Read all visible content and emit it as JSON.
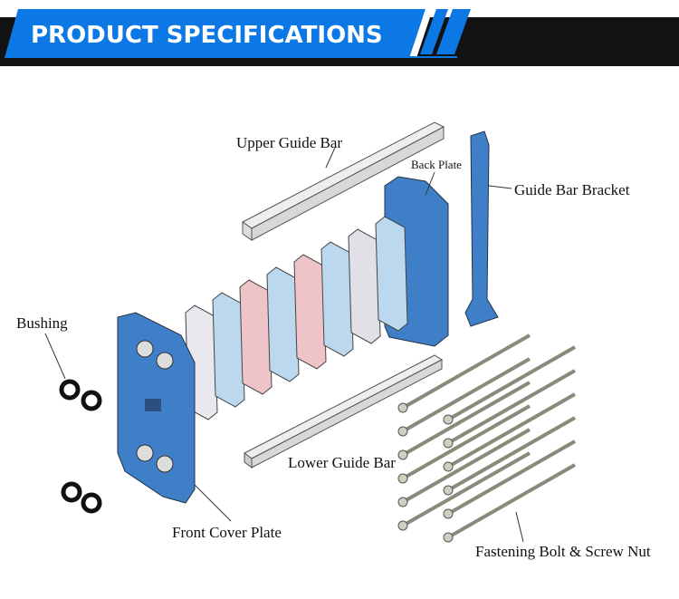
{
  "header": {
    "title": "PRODUCT SPECIFICATIONS"
  },
  "labels": {
    "upper_guide_bar": "Upper Guide Bar",
    "back_plate": "Back Plate",
    "guide_bar_bracket": "Guide Bar Bracket",
    "bushing": "Bushing",
    "lower_guide_bar": "Lower Guide Bar",
    "front_cover_plate": "Front Cover Plate",
    "fastening_bolt": "Fastening Bolt & Screw Nut"
  },
  "colors": {
    "banner_blue": "#0c78e6",
    "banner_black": "#121212",
    "plate_blue": "#3f7fc8",
    "hot": "#e23b3b",
    "cold": "#2b86d6"
  }
}
